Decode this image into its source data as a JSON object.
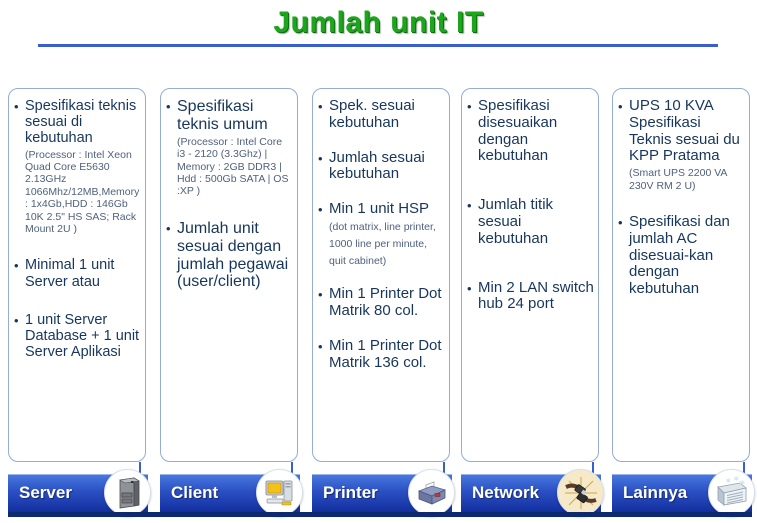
{
  "title": "Jumlah unit IT",
  "colors": {
    "title_green": "#1EA51E",
    "rule_blue": "#3A5FCD",
    "bullet_navy": "#17365D",
    "sub_text": "#4F617E",
    "panel_border": "#94ACD6",
    "button_blue_top": "#4A7AE0",
    "button_blue_bottom": "#132F9E",
    "button_text": "#FFFFFF"
  },
  "columns": [
    {
      "label": "Server",
      "icon": "server-icon",
      "bullets": [
        {
          "text": "Spesifikasi teknis sesuai di kebutuhan",
          "sub": "(Processor : Intel Xeon Quad Core E5630 2.13GHz 1066Mhz/12MB,Memory : 1x4Gb,HDD : 146Gb 10K 2.5\" HS SAS; Rack Mount 2U )"
        },
        {
          "text": "Minimal 1 unit Server atau"
        },
        {
          "text": "1 unit Server Database + 1 unit Server Aplikasi"
        }
      ]
    },
    {
      "label": "Client",
      "icon": "client-icon",
      "bullets": [
        {
          "text": "Spesifikasi teknis umum",
          "sub": "(Processor : Intel Core i3 - 2120 (3.3Ghz) | Memory : 2GB DDR3 | Hdd : 500Gb SATA | OS :XP )"
        },
        {
          "text": "Jumlah unit sesuai dengan jumlah pegawai (user/client)"
        }
      ]
    },
    {
      "label": "Printer",
      "icon": "printer-icon",
      "bullets": [
        {
          "text": "Spek. sesuai kebutuhan"
        },
        {
          "text": "Jumlah sesuai kebutuhan"
        },
        {
          "text": "Min 1 unit HSP ",
          "sub_inline": "(dot matrix, line printer, 1000 line per minute, quit cabinet)"
        },
        {
          "text": "Min 1 Printer Dot Matrik 80 col."
        },
        {
          "text": "Min 1 Printer Dot Matrik 136 col."
        }
      ]
    },
    {
      "label": "Network",
      "icon": "network-icon",
      "bullets": [
        {
          "text": "Spesifikasi disesuaikan dengan kebutuhan"
        },
        {
          "text": "Jumlah titik sesuai kebutuhan"
        },
        {
          "text": "Min 2 LAN switch hub 24 port"
        }
      ]
    },
    {
      "label": "Lainnya",
      "icon": "ac-icon",
      "bullets": [
        {
          "text": "UPS 10 KVA Spesifikasi Teknis sesuai du KPP Pratama",
          "sub": "(Smart UPS 2200 VA 230V RM 2 U)"
        },
        {
          "text": "Spesifikasi dan jumlah AC disesuai-kan dengan kebutuhan"
        }
      ]
    }
  ]
}
